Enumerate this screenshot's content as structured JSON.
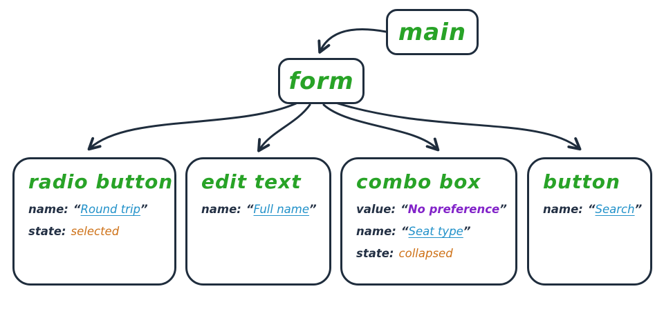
{
  "quotes": {
    "open": "“",
    "close": "”"
  },
  "colors": {
    "node_border": "#1f2d3d",
    "title_green": "#28a327",
    "name_blue": "#2191c9",
    "value_purple": "#8223c9",
    "state_orange": "#ce7117"
  },
  "nodes": {
    "main": {
      "title": "main"
    },
    "form": {
      "title": "form"
    },
    "radio_button": {
      "title": "radio button",
      "name_label": "name:",
      "name_value": "Round trip",
      "state_label": "state:",
      "state_value": "selected"
    },
    "edit_text": {
      "title": "edit text",
      "name_label": "name:",
      "name_value": "Full name"
    },
    "combo_box": {
      "title": "combo box",
      "value_label": "value:",
      "value_value": "No preference",
      "name_label": "name:",
      "name_value": "Seat type",
      "state_label": "state:",
      "state_value": "collapsed"
    },
    "button": {
      "title": "button",
      "name_label": "name:",
      "name_value": "Search"
    }
  }
}
